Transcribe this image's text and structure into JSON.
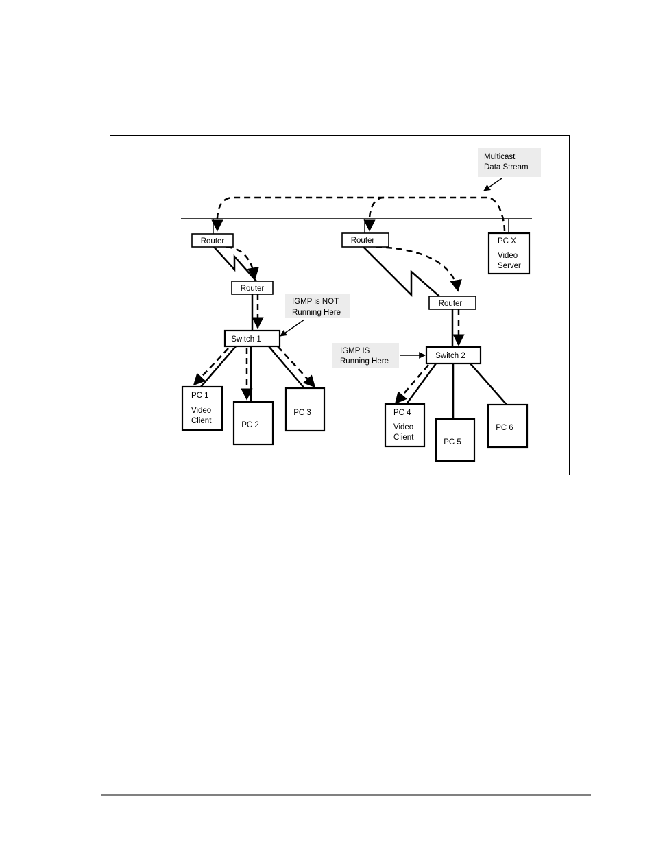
{
  "colors": {
    "line": "#000000",
    "callout_fill": "#ececec",
    "background": "#ffffff"
  },
  "nodes": {
    "router_a": "Router",
    "router_b": "Router",
    "router_c": "Router",
    "router_d": "Router",
    "switch1": "Switch 1",
    "switch2": "Switch 2",
    "pcx": [
      "PC X",
      "Video",
      "Server"
    ],
    "pc1": [
      "PC 1",
      "Video",
      "Client"
    ],
    "pc2": "PC 2",
    "pc3": "PC 3",
    "pc4": [
      "PC 4",
      "Video",
      "Client"
    ],
    "pc5": "PC 5",
    "pc6": "PC 6"
  },
  "callouts": {
    "multicast": [
      "Multicast",
      "Data Stream"
    ],
    "igmp_not": [
      "IGMP  is NOT",
      "Running Here"
    ],
    "igmp_is": [
      "IGMP IS",
      "Running Here"
    ]
  }
}
